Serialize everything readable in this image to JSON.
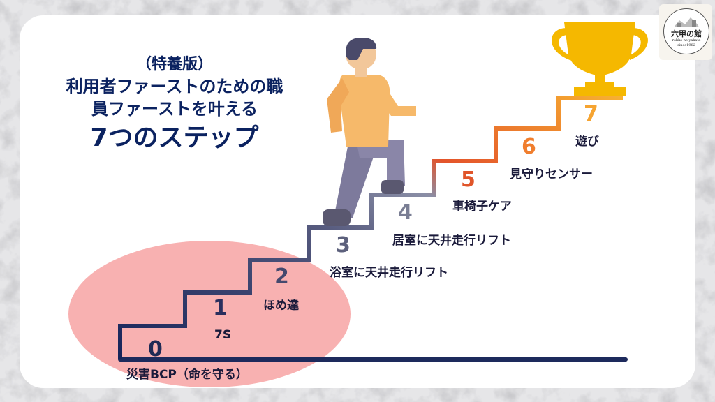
{
  "title": {
    "sub": "（特養版）",
    "line1": "利用者ファーストのための職",
    "line2": "員ファーストを叶える",
    "main": "7つのステップ"
  },
  "steps": [
    {
      "number": "0",
      "label": "災害BCP（命を守る）",
      "color": "#1f2a55"
    },
    {
      "number": "1",
      "label": "7S",
      "color": "#2a2f5e"
    },
    {
      "number": "2",
      "label": "ほめ達",
      "color": "#44496e"
    },
    {
      "number": "3",
      "label": "浴室に天井走行リフト",
      "color": "#5c607c"
    },
    {
      "number": "4",
      "label": "居室に天井走行リフト",
      "color": "#7a7e94"
    },
    {
      "number": "5",
      "label": "車椅子ケア",
      "color": "#e0552a"
    },
    {
      "number": "6",
      "label": "見守りセンサー",
      "color": "#f07e2e"
    },
    {
      "number": "7",
      "label": "遊び",
      "color": "#f6a431"
    }
  ],
  "logo": {
    "name": "六甲の館",
    "roman": "rokko no yakata",
    "since": "since1982"
  },
  "colors": {
    "title": "#0b2260",
    "stair_dark": "#1d2a5c",
    "stair_mid": "#6f7390",
    "stair_orange": "#e8672c",
    "trophy": "#f5b800",
    "highlight_ellipse": "#f7a3a3"
  },
  "icons": [
    "person-climbing-icon",
    "trophy-icon",
    "logo-seal-icon"
  ]
}
